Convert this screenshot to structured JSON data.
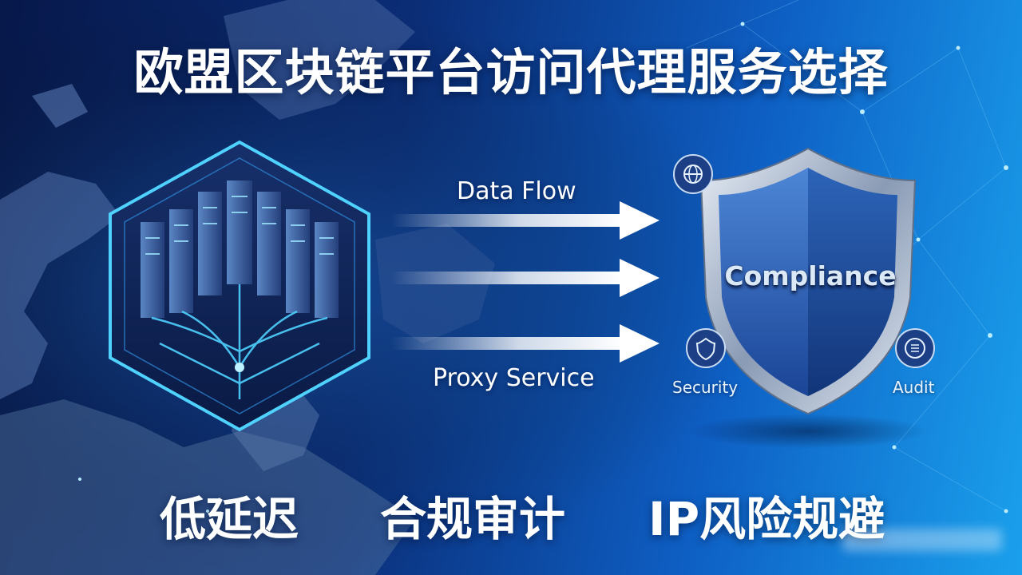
{
  "banner": {
    "title": "欧盟区块链平台访问代理服务选择"
  },
  "diagram": {
    "data_flow_label": "Data Flow",
    "proxy_service_label": "Proxy Service",
    "shield_label": "Compliance",
    "security_label": "Security",
    "audit_label": "Audit"
  },
  "features": {
    "low_latency": "低延迟",
    "compliance_audit": "合规审计",
    "ip_risk": "IP风险规避"
  },
  "icons": {
    "server": "server-rack-icon",
    "shield": "shield-icon",
    "globe": "globe-icon",
    "security": "security-icon",
    "audit": "audit-icon"
  },
  "colors": {
    "accent_cyan": "#4fd2ff",
    "deep_blue": "#07184a",
    "bright_blue": "#1aa0ec"
  }
}
